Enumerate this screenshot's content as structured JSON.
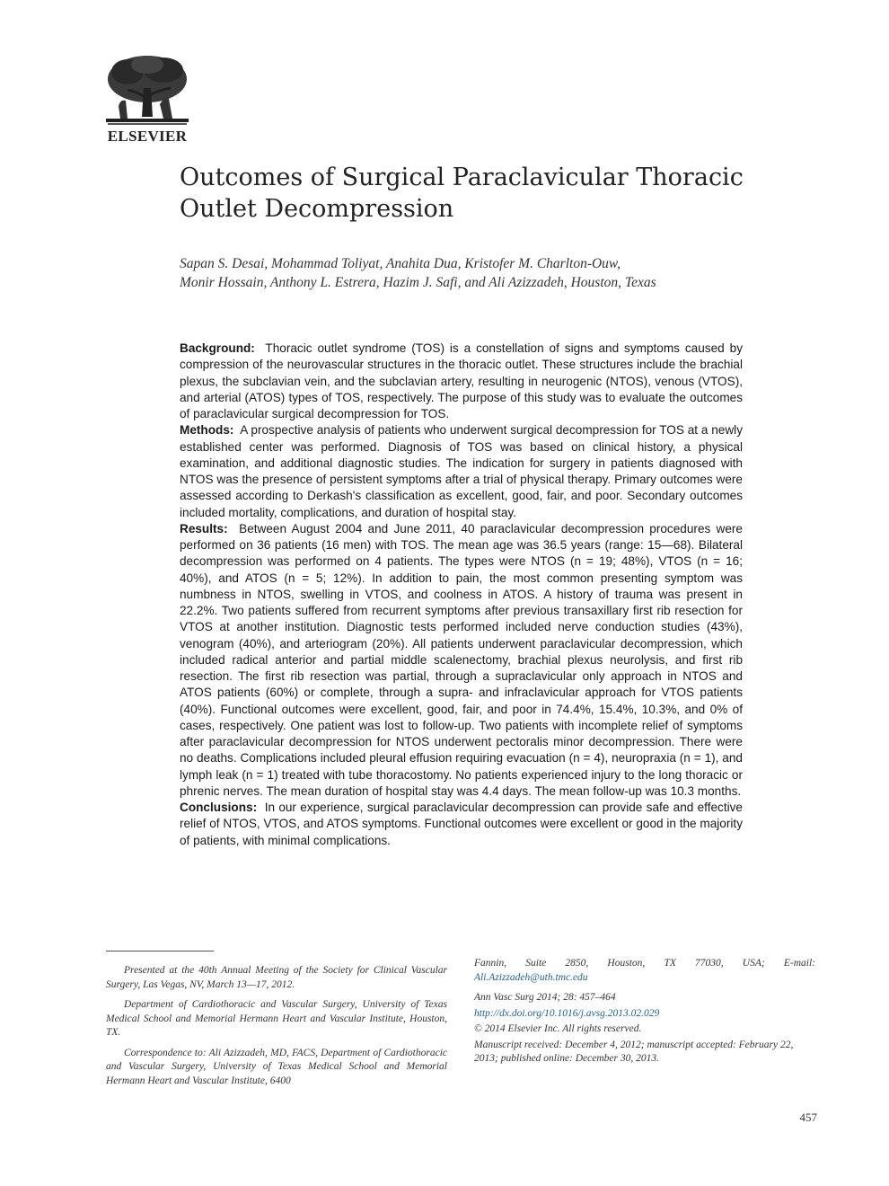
{
  "publisher": {
    "name": "ELSEVIER",
    "logo": "elsevier-tree-logo"
  },
  "article": {
    "title": "Outcomes of Surgical Paraclavicular Thoracic Outlet Decompression",
    "authors_line1": "Sapan S. Desai, Mohammad Toliyat, Anahita Dua, Kristofer M. Charlton-Ouw,",
    "authors_line2": "Monir Hossain, Anthony L. Estrera, Hazim J. Safi, and Ali Azizzadeh, Houston, Texas"
  },
  "abstract": {
    "background": {
      "label": "Background:",
      "text": "Thoracic outlet syndrome (TOS) is a constellation of signs and symptoms caused by compression of the neurovascular structures in the thoracic outlet. These structures include the brachial plexus, the subclavian vein, and the subclavian artery, resulting in neurogenic (NTOS), venous (VTOS), and arterial (ATOS) types of TOS, respectively. The purpose of this study was to evaluate the outcomes of paraclavicular surgical decompression for TOS."
    },
    "methods": {
      "label": "Methods:",
      "text": "A prospective analysis of patients who underwent surgical decompression for TOS at a newly established center was performed. Diagnosis of TOS was based on clinical history, a physical examination, and additional diagnostic studies. The indication for surgery in patients diagnosed with NTOS was the presence of persistent symptoms after a trial of physical therapy. Primary outcomes were assessed according to Derkash's classification as excellent, good, fair, and poor. Secondary outcomes included mortality, complications, and duration of hospital stay."
    },
    "results": {
      "label": "Results:",
      "text": "Between August 2004 and June 2011, 40 paraclavicular decompression procedures were performed on 36 patients (16 men) with TOS. The mean age was 36.5 years (range: 15—68). Bilateral decompression was performed on 4 patients. The types were NTOS (n = 19; 48%), VTOS (n = 16; 40%), and ATOS (n = 5; 12%). In addition to pain, the most common presenting symptom was numbness in NTOS, swelling in VTOS, and coolness in ATOS. A history of trauma was present in 22.2%. Two patients suffered from recurrent symptoms after previous transaxillary first rib resection for VTOS at another institution. Diagnostic tests per­formed included nerve conduction studies (43%), venogram (40%), and arteriogram (20%). All patients underwent paraclavicular decompression, which included radical anterior and partial middle scalenectomy, brachial plexus neurolysis, and first rib resection. The first rib resection was partial, through a supraclavicular only approach in NTOS and ATOS patients (60%) or complete, through a supra- and infraclavicular approach for VTOS patients (40%). Functional outcomes were excellent, good, fair, and poor in 74.4%, 15.4%, 10.3%, and 0% of cases, respectively. One patient was lost to follow-up. Two patients with incomplete relief of symptoms after paraclavicular decompression for NTOS underwent pectoralis minor decompression. There were no deaths. Complications included pleural effusion requiring evacuation (n = 4), neuro­praxia (n = 1), and lymph leak (n = 1) treated with tube thoracostomy. No patients experienced injury to the long thoracic or phrenic nerves. The mean duration of hospital stay was 4.4 days. The mean follow-up was 10.3 months."
    },
    "conclusions": {
      "label": "Conclusions:",
      "text": "In our experience, surgical paraclavicular decompression can provide safe and effective relief of NTOS, VTOS, and ATOS symptoms. Functional outcomes were excellent or good in the majority of patients, with minimal complications."
    }
  },
  "footnotes": {
    "presented": "Presented at the 40th Annual Meeting of the Society for Clinical Vascular Surgery, Las Vegas, NV, March 13—17, 2012.",
    "department": "Department of Cardiothoracic and Vascular Surgery, University of Texas Medical School and Memorial Hermann Heart and Vascular Institute, Houston, TX.",
    "correspondence": "Correspondence to: Ali Azizzadeh, MD, FACS, Department of Cardiothoracic and Vascular Surgery, University of Texas Medical School and Memorial Hermann Heart and Vascular Institute, 6400",
    "correspondence_cont": "Fannin, Suite 2850, Houston, TX 77030, USA; E-mail:",
    "email": "Ali.Azizzadeh@uth.tmc.edu",
    "journal_ref": "Ann Vasc Surg 2014; 28: 457–464",
    "doi": "http://dx.doi.org/10.1016/j.avsg.2013.02.029",
    "copyright": "© 2014 Elsevier Inc. All rights reserved.",
    "dates": "Manuscript received: December 4, 2012; manuscript accepted: February 22, 2013; published online: December 30, 2013."
  },
  "page_number": "457"
}
